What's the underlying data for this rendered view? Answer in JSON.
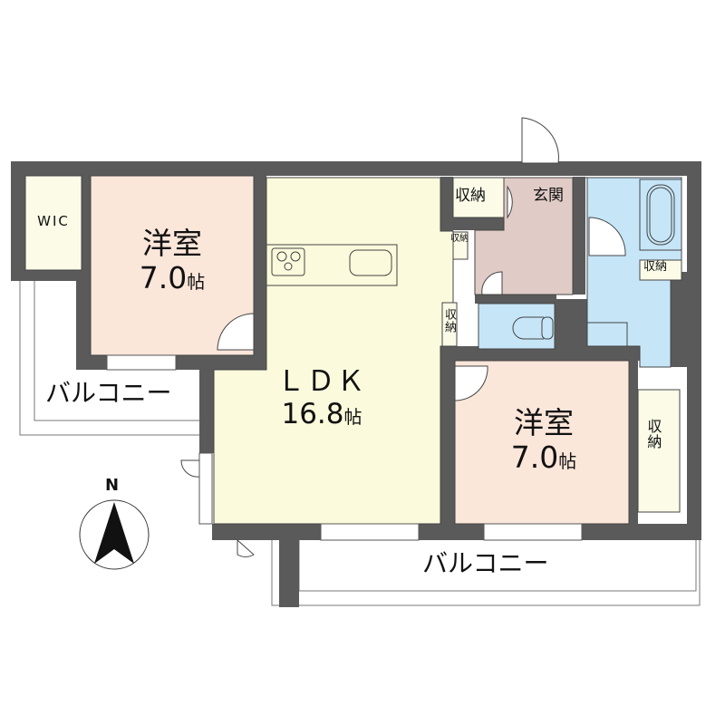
{
  "floor_plan": {
    "colors": {
      "wall": "#5a5a5a",
      "western_room": "#fbe6da",
      "ldk": "#fbfadc",
      "entrance": "#e0cbc6",
      "wet_area": "#c6e6f8",
      "storage": "#fbfbe8",
      "balcony": "#ffffff",
      "line": "#555555"
    },
    "rooms": {
      "western_room_1": {
        "name": "洋室",
        "size": "7.0",
        "unit": "帖"
      },
      "western_room_2": {
        "name": "洋室",
        "size": "7.0",
        "unit": "帖"
      },
      "ldk": {
        "name": "ＬＤＫ",
        "size": "16.8",
        "unit": "帖"
      },
      "wic": {
        "name": "WIC"
      },
      "entrance": {
        "name": "玄関"
      },
      "storage_entrance": {
        "name": "収納"
      },
      "storage_small": {
        "name": "収納"
      },
      "storage_ldk": {
        "name": "収納"
      },
      "storage_washroom": {
        "name": "収納"
      },
      "storage_room2": {
        "name": "収納"
      },
      "balcony_west": {
        "name": "バルコニー"
      },
      "balcony_south": {
        "name": "バルコニー"
      }
    },
    "compass": {
      "label": "N"
    }
  }
}
